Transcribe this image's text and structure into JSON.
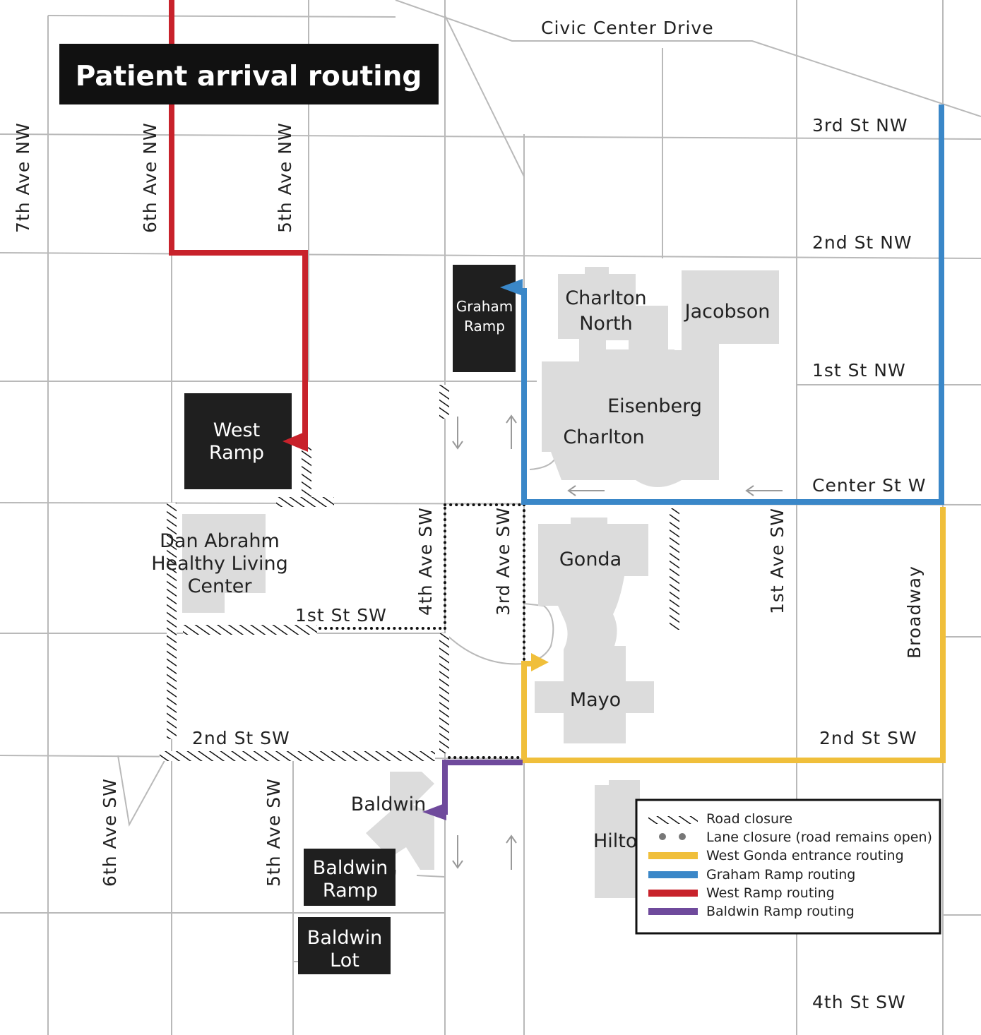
{
  "title": "Patient arrival routing",
  "streets": {
    "civic_center_drive": "Civic Center Drive",
    "third_st_nw": "3rd St NW",
    "second_st_nw": "2nd St NW",
    "first_st_nw": "1st St NW",
    "center_st_w": "Center St W",
    "first_st_sw": "1st St SW",
    "second_st_sw_west": "2nd St SW",
    "second_st_sw_east": "2nd St SW",
    "fourth_st_sw": "4th St SW",
    "seventh_ave_nw": "7th Ave NW",
    "sixth_ave_nw": "6th Ave NW",
    "fifth_ave_nw": "5th Ave NW",
    "fourth_ave_sw": "4th Ave SW",
    "third_ave_sw": "3rd Ave SW",
    "first_ave_sw": "1st Ave SW",
    "broadway": "Broadway",
    "sixth_ave_sw": "6th Ave SW",
    "fifth_ave_sw": "5th Ave SW"
  },
  "buildings": {
    "charlton_north_1": "Charlton",
    "charlton_north_2": "North",
    "jacobson": "Jacobson",
    "eisenberg": "Eisenberg",
    "charlton": "Charlton",
    "gonda": "Gonda",
    "mayo": "Mayo",
    "baldwin": "Baldwin",
    "hilton": "Hilto",
    "dan_abrahm_1": "Dan Abrahm",
    "dan_abrahm_2": "Healthy Living",
    "dan_abrahm_3": "Center"
  },
  "ramps": {
    "graham_1": "Graham",
    "graham_2": "Ramp",
    "west_1": "West",
    "west_2": "Ramp",
    "baldwin_ramp_1": "Baldwin",
    "baldwin_ramp_2": "Ramp",
    "baldwin_lot_1": "Baldwin",
    "baldwin_lot_2": "Lot"
  },
  "legend": [
    {
      "label": "Road closure",
      "symbol": "hatch"
    },
    {
      "label": "Lane closure (road remains open)",
      "symbol": "dots"
    },
    {
      "label": "West Gonda entrance routing",
      "color": "#f0bf3b"
    },
    {
      "label": "Graham Ramp routing",
      "color": "#3a87c8"
    },
    {
      "label": "West Ramp routing",
      "color": "#c8222b"
    },
    {
      "label": "Baldwin Ramp routing",
      "color": "#6f4a9c"
    }
  ],
  "route_colors": {
    "west_gonda": "#f0bf3b",
    "graham": "#3a87c8",
    "west_ramp": "#c8222b",
    "baldwin": "#6f4a9c"
  }
}
